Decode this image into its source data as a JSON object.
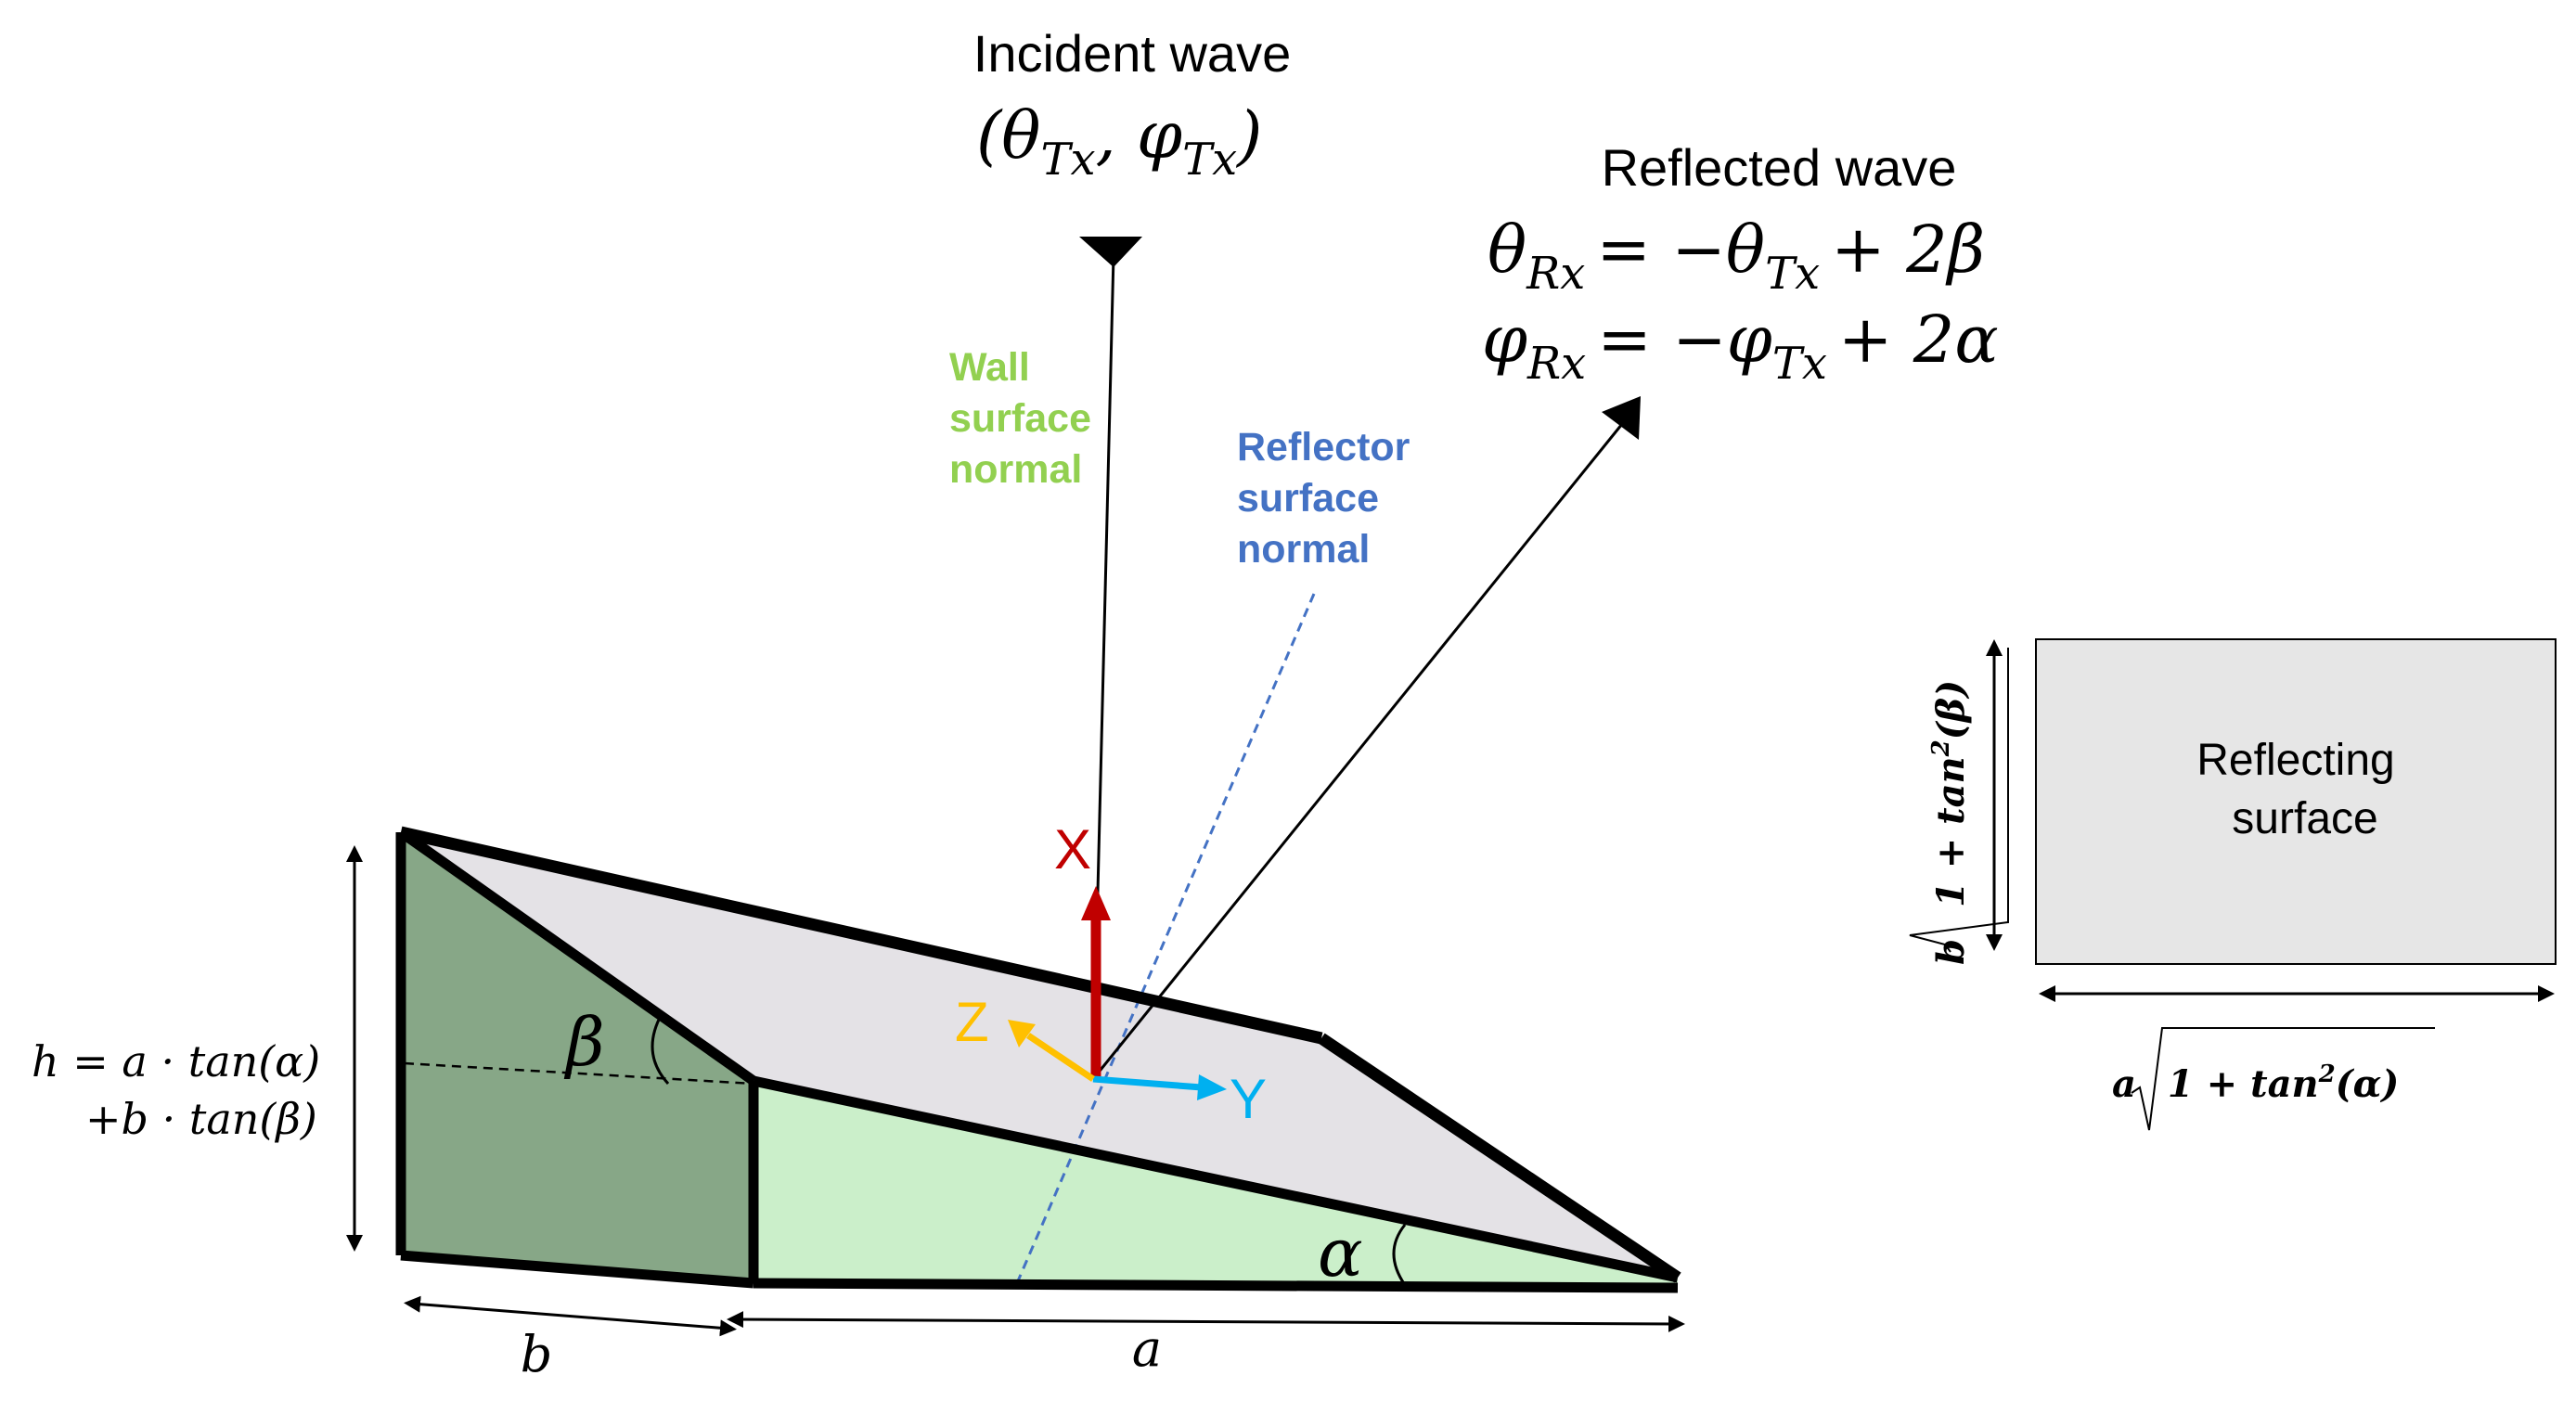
{
  "incident": {
    "title": "Incident wave",
    "angles": "(θ",
    "sub1": "Tx",
    "comma": ", φ",
    "sub2": "Tx",
    "close": ")"
  },
  "reflected": {
    "title": "Reflected wave",
    "eq1_lhs": "θ",
    "eq1_lhs_sub": "Rx",
    "eq1_mid": "= −θ",
    "eq1_mid_sub": "Tx",
    "eq1_rhs": "+ 2β",
    "eq2_lhs": "φ",
    "eq2_lhs_sub": "Rx",
    "eq2_mid": "= −φ",
    "eq2_mid_sub": "Tx",
    "eq2_rhs": "+ 2α"
  },
  "wall_normal": [
    "Wall",
    "surface",
    "normal"
  ],
  "reflector_normal": [
    "Reflector",
    "surface",
    "normal"
  ],
  "axes": {
    "x": "X",
    "y": "Y",
    "z": "Z"
  },
  "angles": {
    "alpha": "α",
    "beta": "β"
  },
  "height_eq": {
    "line1": "h = a · tan(α)",
    "line2": "+b · tan(β)"
  },
  "dims": {
    "a": "a",
    "b": "b"
  },
  "surface_panel": {
    "label_line1": "Reflecting",
    "label_line2": "surface",
    "height_prefix": "b",
    "height_radicand": "1 + tan",
    "height_sup": "2",
    "height_arg": "(β)",
    "width_prefix": "a",
    "width_radicand": "1 + tan",
    "width_sup": "2",
    "width_arg": "(α)"
  },
  "colors": {
    "wall_label": "#92D050",
    "reflector_label": "#4472C4",
    "x_axis": "#C00000",
    "y_axis": "#00B0F0",
    "z_axis": "#FFC000",
    "top_face": "#E4E2E6",
    "side_face": "#CBEFCA",
    "back_face": "#87A787",
    "panel_fill": "#E6E6E6"
  }
}
